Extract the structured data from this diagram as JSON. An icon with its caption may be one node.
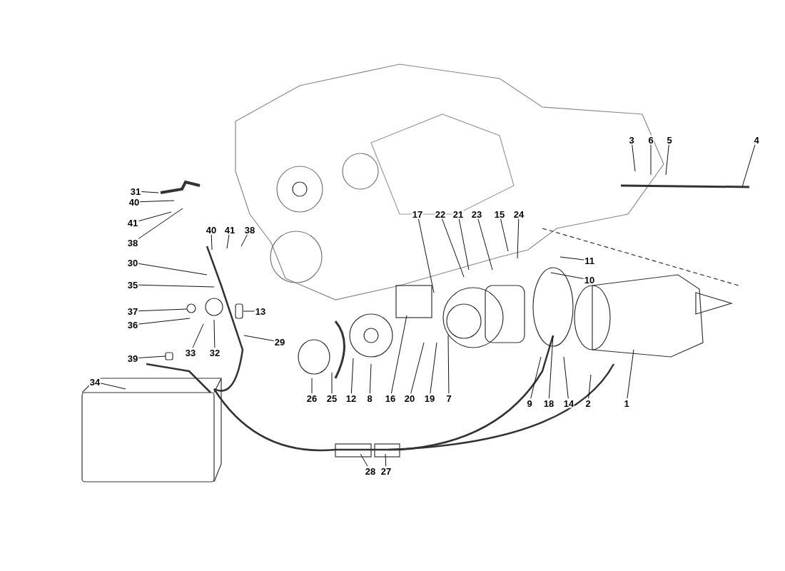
{
  "diagram": {
    "nodes": [
      {
        "text": [
          "3"
        ]
      },
      {
        "text": [
          "6"
        ]
      },
      {
        "text": [
          "5"
        ]
      },
      {
        "text": [
          "4"
        ]
      },
      {
        "text": [
          "17"
        ]
      },
      {
        "text": [
          "22"
        ]
      },
      {
        "text": [
          "21"
        ]
      },
      {
        "text": [
          "23"
        ]
      },
      {
        "text": [
          "15"
        ]
      },
      {
        "text": [
          "24"
        ]
      },
      {
        "text": [
          "11"
        ]
      },
      {
        "text": [
          "10"
        ]
      },
      {
        "text": [
          "31"
        ]
      },
      {
        "text": [
          "40"
        ]
      },
      {
        "text": [
          "41"
        ]
      },
      {
        "text": [
          "38"
        ]
      },
      {
        "text": [
          "40"
        ]
      },
      {
        "text": [
          "41"
        ]
      },
      {
        "text": [
          "38"
        ]
      },
      {
        "text": [
          "30"
        ]
      },
      {
        "text": [
          "35"
        ]
      },
      {
        "text": [
          "37"
        ]
      },
      {
        "text": [
          "13"
        ]
      },
      {
        "text": [
          "36"
        ]
      },
      {
        "text": [
          "33"
        ]
      },
      {
        "text": [
          "32"
        ]
      },
      {
        "text": [
          "29"
        ]
      },
      {
        "text": [
          "39"
        ]
      },
      {
        "text": [
          "34"
        ]
      },
      {
        "text": [
          "26"
        ]
      },
      {
        "text": [
          "25"
        ]
      },
      {
        "text": [
          "12"
        ]
      },
      {
        "text": [
          "8"
        ]
      },
      {
        "text": [
          "16"
        ]
      },
      {
        "text": [
          "20"
        ]
      },
      {
        "text": [
          "19"
        ]
      },
      {
        "text": [
          "7"
        ]
      },
      {
        "text": [
          "9"
        ]
      },
      {
        "text": [
          "18"
        ]
      },
      {
        "text": [
          "14"
        ]
      },
      {
        "text": [
          "2"
        ]
      },
      {
        "text": [
          "1"
        ]
      },
      {
        "text": [
          "28"
        ]
      },
      {
        "text": [
          "27"
        ]
      }
    ],
    "edges": [
      {
        "from": 0,
        "to": null,
        "arrow": "none"
      },
      {
        "from": 1,
        "to": null,
        "arrow": "none"
      },
      {
        "from": 2,
        "to": null,
        "arrow": "none"
      },
      {
        "from": 3,
        "to": null,
        "arrow": "none"
      },
      {
        "from": 4,
        "to": null,
        "arrow": "none"
      },
      {
        "from": 5,
        "to": null,
        "arrow": "none"
      },
      {
        "from": 6,
        "to": null,
        "arrow": "none"
      },
      {
        "from": 7,
        "to": null,
        "arrow": "none"
      },
      {
        "from": 8,
        "to": null,
        "arrow": "none"
      },
      {
        "from": 9,
        "to": null,
        "arrow": "none"
      },
      {
        "from": 10,
        "to": null,
        "arrow": "none"
      },
      {
        "from": 11,
        "to": null,
        "arrow": "none"
      },
      {
        "from": 12,
        "to": null,
        "arrow": "none"
      },
      {
        "from": 13,
        "to": null,
        "arrow": "none"
      },
      {
        "from": 14,
        "to": null,
        "arrow": "none"
      },
      {
        "from": 15,
        "to": null,
        "arrow": "none"
      },
      {
        "from": 16,
        "to": null,
        "arrow": "none"
      },
      {
        "from": 17,
        "to": null,
        "arrow": "none"
      },
      {
        "from": 18,
        "to": null,
        "arrow": "none"
      },
      {
        "from": 19,
        "to": null,
        "arrow": "none"
      },
      {
        "from": 20,
        "to": null,
        "arrow": "none"
      },
      {
        "from": 21,
        "to": null,
        "arrow": "none"
      },
      {
        "from": 22,
        "to": null,
        "arrow": "none"
      },
      {
        "from": 23,
        "to": null,
        "arrow": "none"
      },
      {
        "from": 24,
        "to": null,
        "arrow": "none"
      },
      {
        "from": 25,
        "to": null,
        "arrow": "none"
      },
      {
        "from": 26,
        "to": null,
        "arrow": "none"
      },
      {
        "from": 27,
        "to": null,
        "arrow": "none"
      },
      {
        "from": 28,
        "to": null,
        "arrow": "none"
      },
      {
        "from": 29,
        "to": null,
        "arrow": "none"
      },
      {
        "from": 30,
        "to": null,
        "arrow": "none"
      },
      {
        "from": 31,
        "to": null,
        "arrow": "none"
      },
      {
        "from": 32,
        "to": null,
        "arrow": "none"
      },
      {
        "from": 33,
        "to": null,
        "arrow": "none"
      },
      {
        "from": 34,
        "to": null,
        "arrow": "none"
      },
      {
        "from": 35,
        "to": null,
        "arrow": "none"
      },
      {
        "from": 36,
        "to": null,
        "arrow": "none"
      },
      {
        "from": 37,
        "to": null,
        "arrow": "none"
      },
      {
        "from": 38,
        "to": null,
        "arrow": "none"
      },
      {
        "from": 39,
        "to": null,
        "arrow": "none"
      },
      {
        "from": 40,
        "to": null,
        "arrow": "none"
      },
      {
        "from": 41,
        "to": null,
        "arrow": "none"
      },
      {
        "from": 42,
        "to": null,
        "arrow": "none"
      },
      {
        "from": 43,
        "to": null,
        "arrow": "none"
      }
    ]
  }
}
